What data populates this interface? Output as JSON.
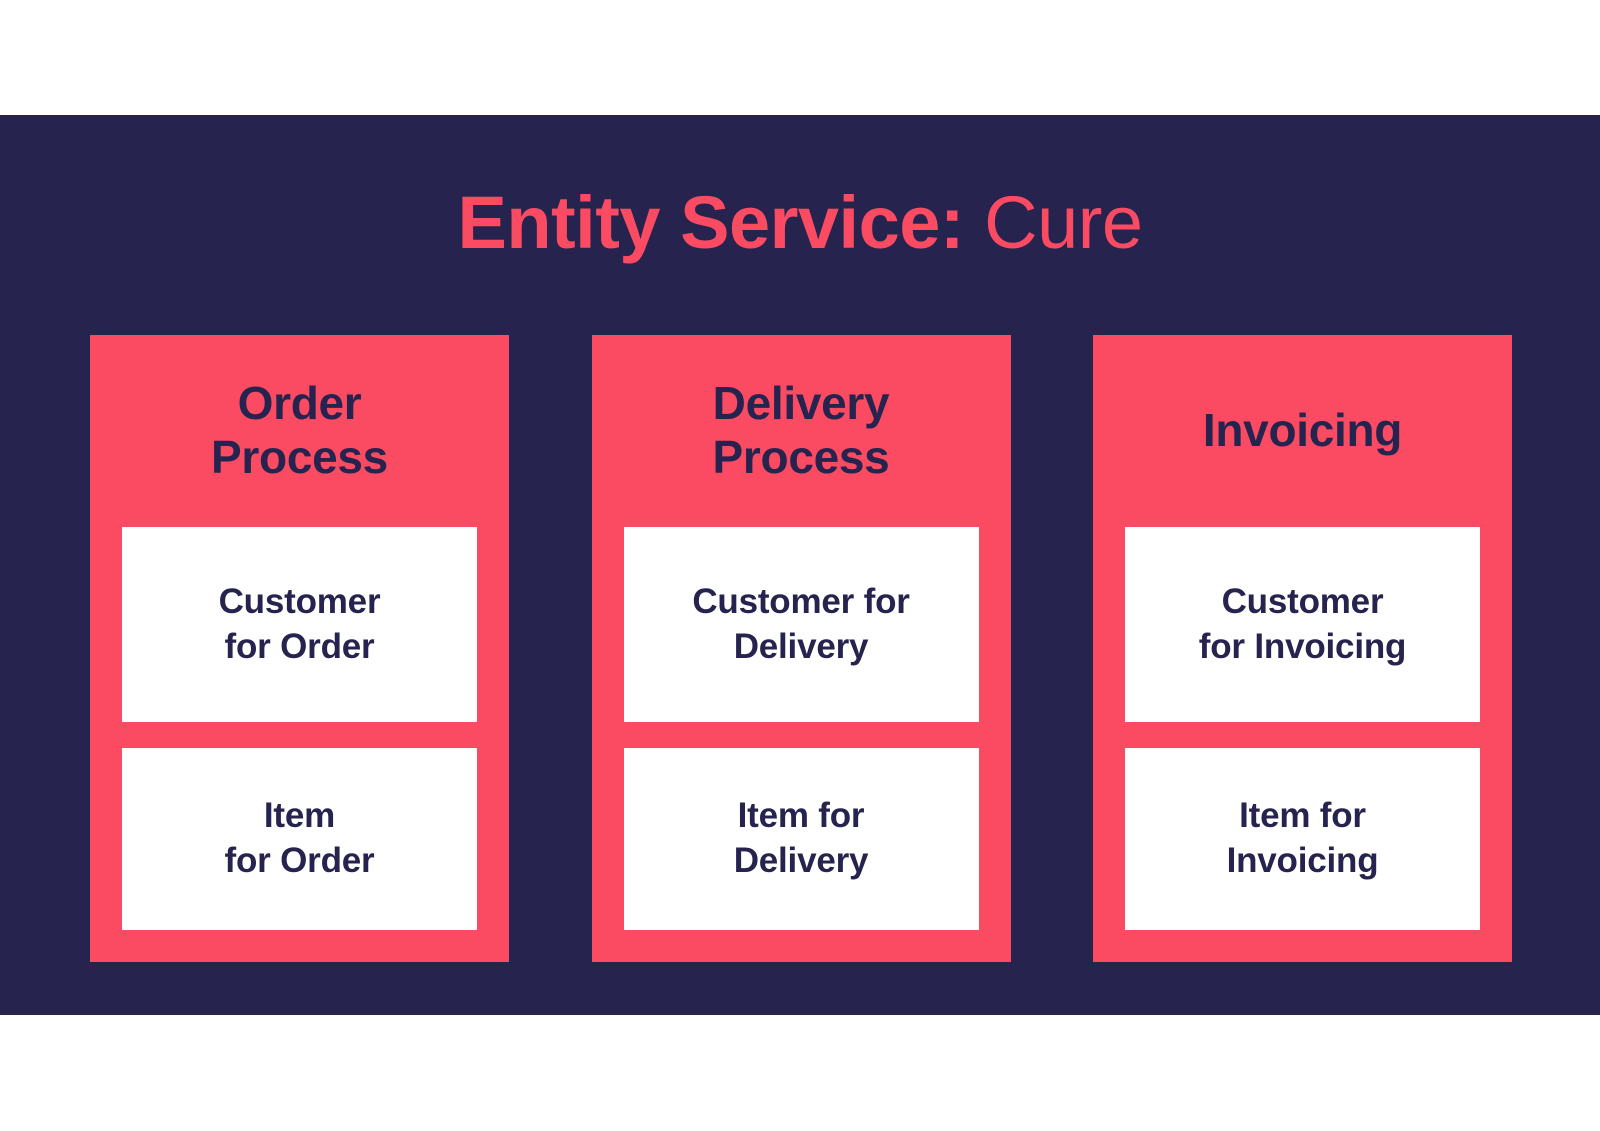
{
  "slide": {
    "background_color": "#26244f",
    "accent_color": "#fb4b63",
    "card_color": "#ffffff",
    "title_strong": "Entity Service:",
    "title_light": " Cure"
  },
  "columns": [
    {
      "header_line1": "Order",
      "header_line2": "Process",
      "cards": [
        {
          "line1": "Customer",
          "line2": "for Order"
        },
        {
          "line1": "Item",
          "line2": "for Order"
        }
      ]
    },
    {
      "header_line1": "Delivery",
      "header_line2": "Process",
      "cards": [
        {
          "line1": "Customer for",
          "line2": "Delivery"
        },
        {
          "line1": "Item for",
          "line2": "Delivery"
        }
      ]
    },
    {
      "header_line1": "Invoicing",
      "header_line2": "",
      "cards": [
        {
          "line1": "Customer",
          "line2": "for Invoicing"
        },
        {
          "line1": "Item for",
          "line2": "Invoicing"
        }
      ]
    }
  ]
}
